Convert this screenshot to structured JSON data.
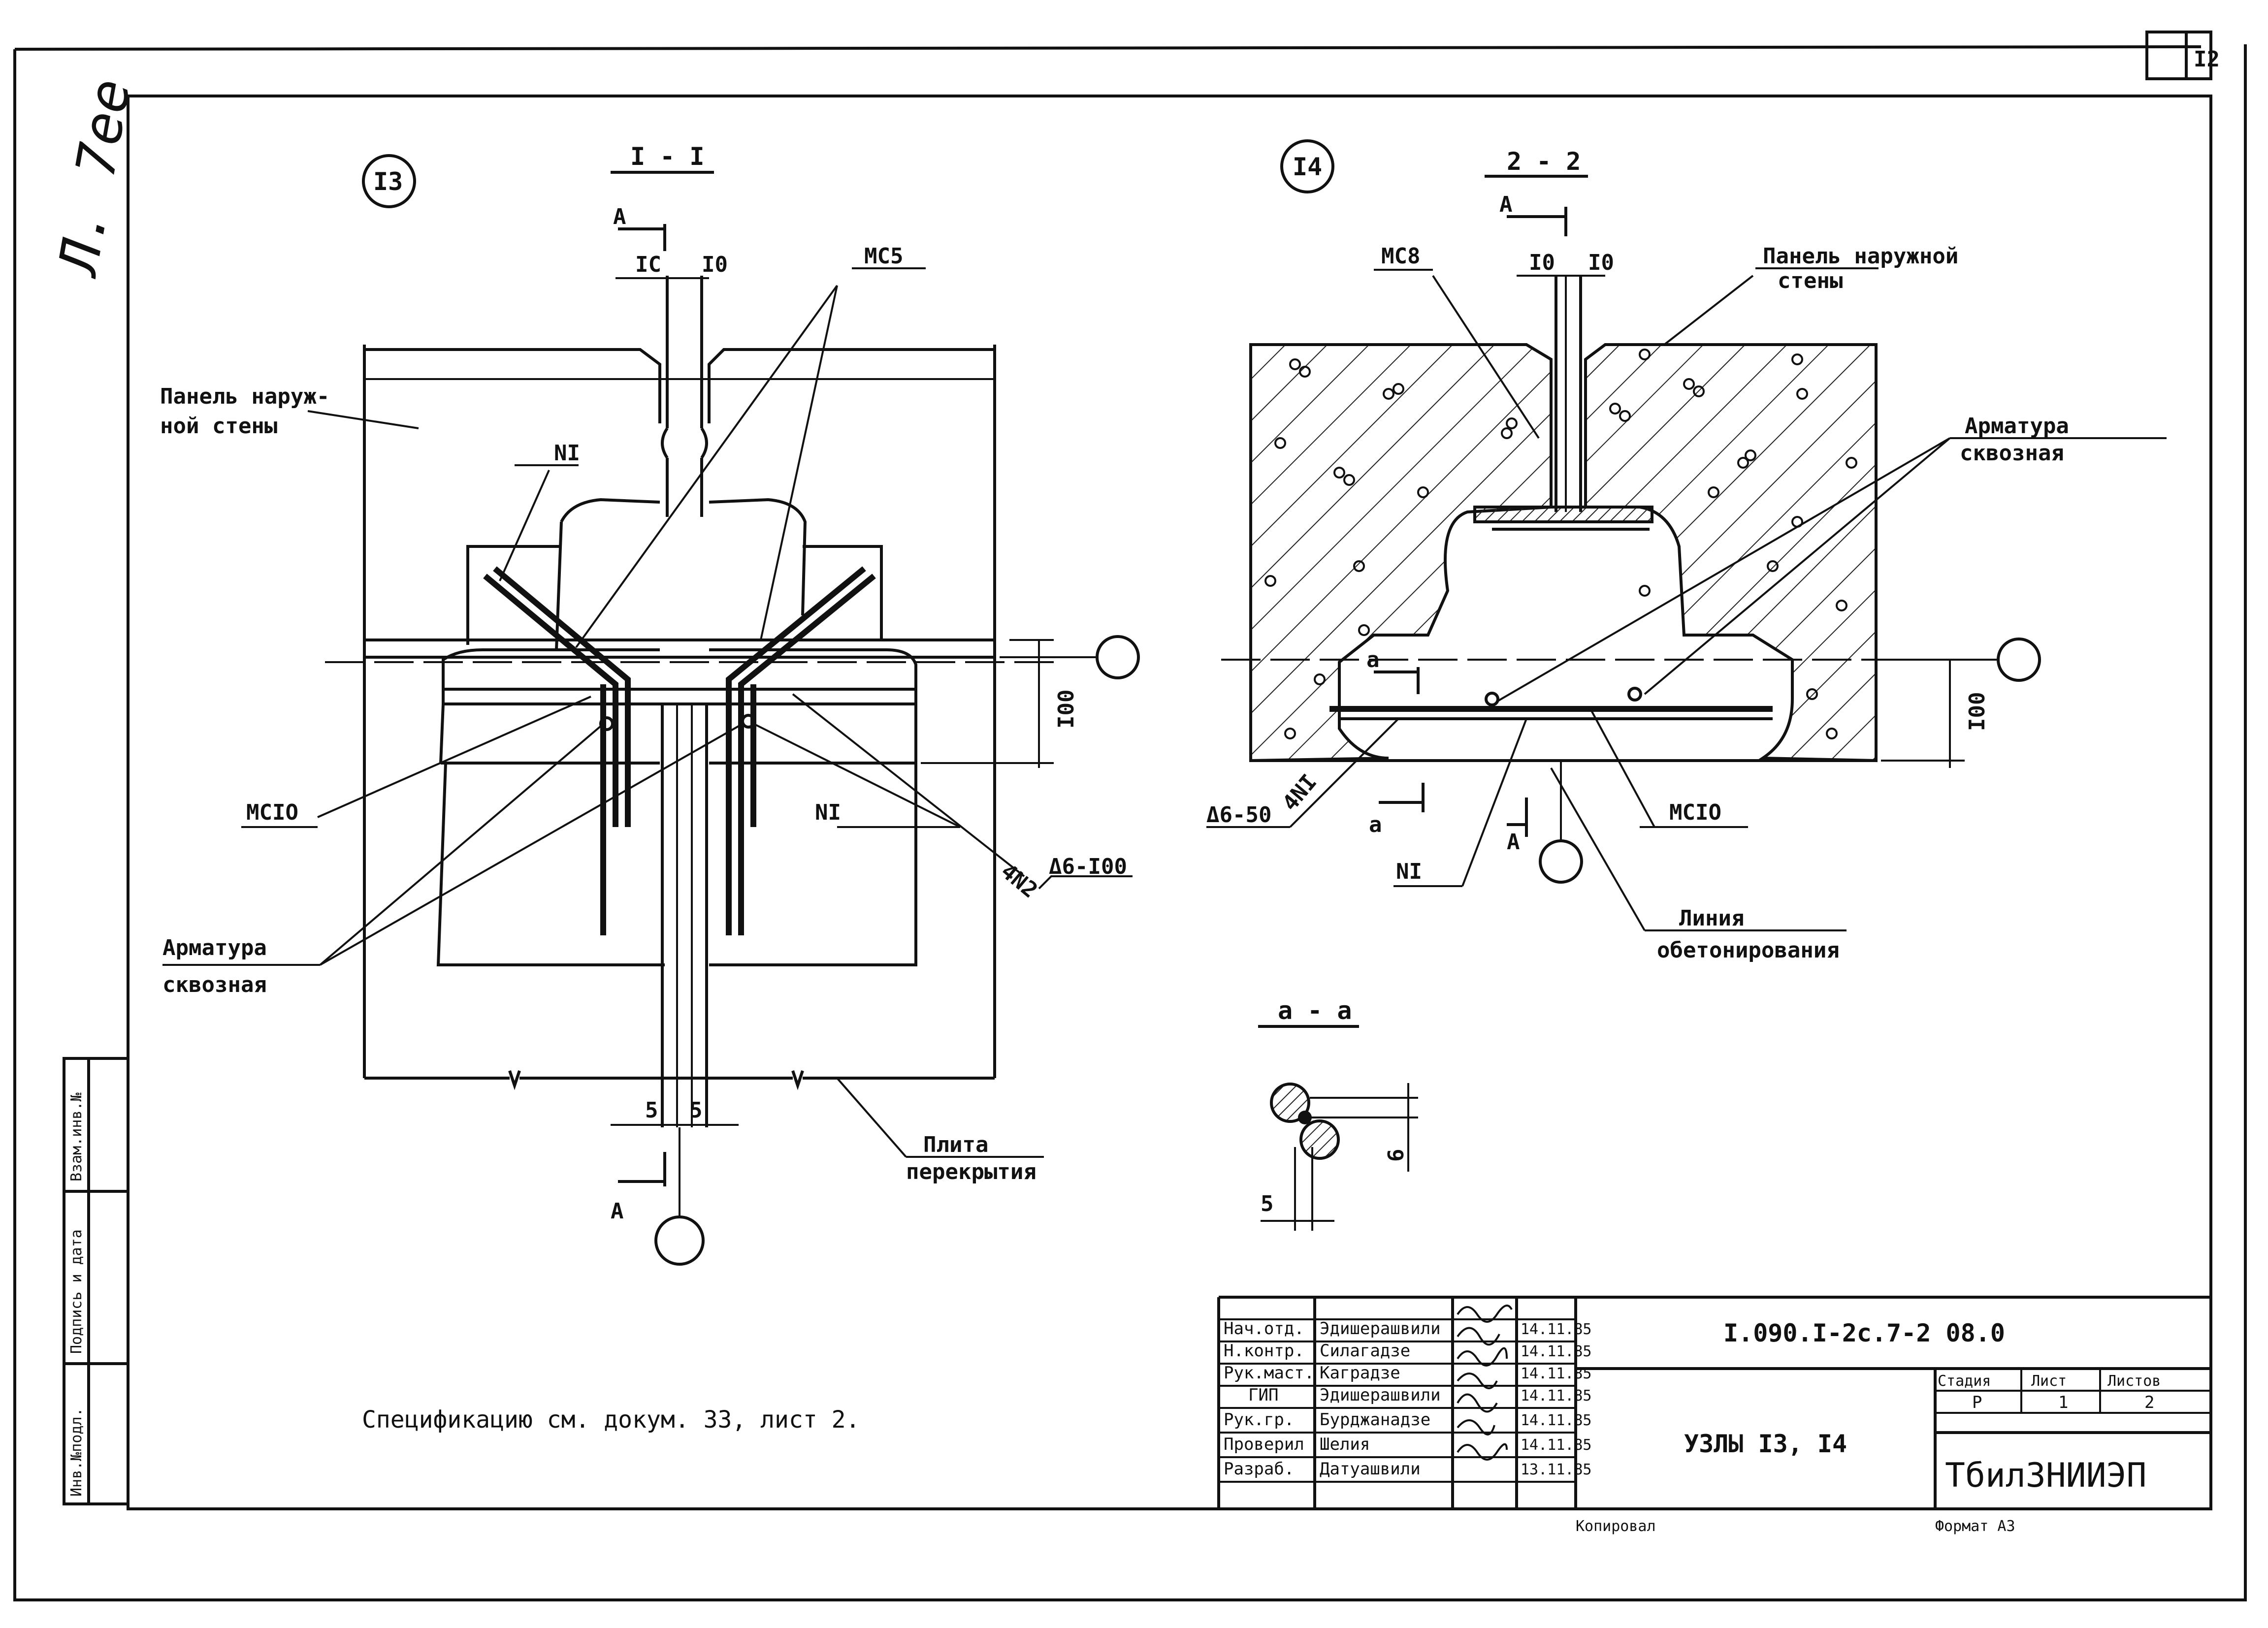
{
  "sheet": {
    "number": "I2",
    "handwritten_mark": "Л. 7ее"
  },
  "section_left": {
    "node_number": "I3",
    "title": "I - I",
    "section_mark": "A",
    "dim_left": "IC",
    "dim_right": "I0",
    "mc5": "MC5",
    "n1_top": "NI",
    "n1_bottom": "NI",
    "panel_label_line1": "Панель наруж-",
    "panel_label_line2": "ной стены",
    "mc10": "MCIO",
    "dim_100": "I00",
    "rebar_tag": "4N2",
    "rebar_spec": "Δ6-I00",
    "armature_line1": "Арматура",
    "armature_line2": "сквозная",
    "dim_bottom_left": "5",
    "dim_bottom_right": "5",
    "slab_line1": "Плита",
    "slab_line2": "перекрытия",
    "section_mark_bottom": "A"
  },
  "section_right": {
    "node_number": "I4",
    "title": "2 - 2",
    "section_mark": "A",
    "mc8": "MC8",
    "dim_left": "I0",
    "dim_right": "I0",
    "panel_label_line1": "Панель наружной",
    "panel_label_line2": "стены",
    "armature_line1": "Арматура",
    "armature_line2": "сквозная",
    "cut_a_top": "a",
    "cut_a_bottom": "a",
    "dim_100": "I00",
    "rebar_spec": "Δ6-50",
    "rebar_tag": "4NI",
    "mc10": "MCIO",
    "n1": "NI",
    "section_mark_bottom": "A",
    "concrete_line1": "Линия",
    "concrete_line2": "обетонирования"
  },
  "detail_aa": {
    "title": "a - a",
    "dim_horizontal": "5",
    "dim_vertical": "6"
  },
  "spec_note": "Спецификацию см. докум. 33, лист 2.",
  "side_stamp": [
    "Инв.№подл.",
    "Подпись и дата",
    "Взам.инв.№"
  ],
  "title_block": {
    "doc_code": "I.090.I-2c.7-2 08.0",
    "title": "УЗЛЫ I3, I4",
    "organization": "ТбилЗНИИЭП",
    "stage_header": "Стадия",
    "sheet_header": "Лист",
    "sheets_header": "Листов",
    "stage": "Р",
    "sheet": "1",
    "sheets": "2",
    "rows": [
      {
        "role": "Нач.отд.",
        "name": "Эдишерашвили",
        "date": "14.11.85"
      },
      {
        "role": "Н.контр.",
        "name": "Силагадзе",
        "date": "14.11.85"
      },
      {
        "role": "Рук.маст.",
        "name": "Каградзе",
        "date": "14.11.85"
      },
      {
        "role": "ГИП",
        "name": "Эдишерашвили",
        "date": "14.11.85"
      },
      {
        "role": "Рук.гр.",
        "name": "Бурджанадзе",
        "date": "14.11.85"
      },
      {
        "role": "Проверил",
        "name": "Шелия",
        "date": "14.11.85"
      },
      {
        "role": "Разраб.",
        "name": "Датуашвили",
        "date": "13.11.85"
      }
    ],
    "copied": "Копировал",
    "format": "Формат А3"
  }
}
